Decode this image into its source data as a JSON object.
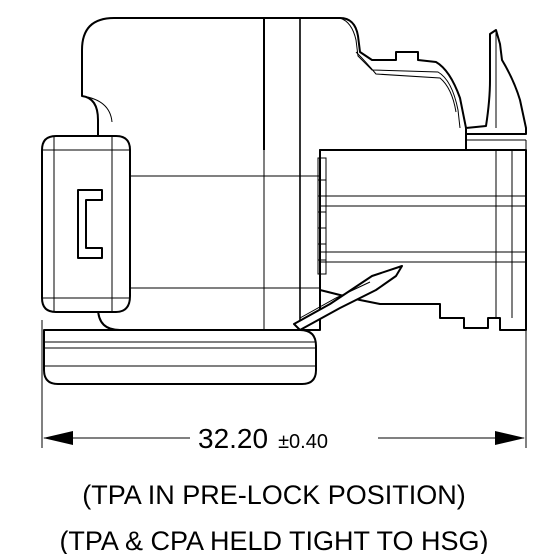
{
  "dimension": {
    "value": "32.20",
    "tolerance": "±0.40"
  },
  "notes": [
    "(TPA IN PRE-LOCK POSITION)",
    "(TPA & CPA HELD TIGHT TO HSG)"
  ]
}
